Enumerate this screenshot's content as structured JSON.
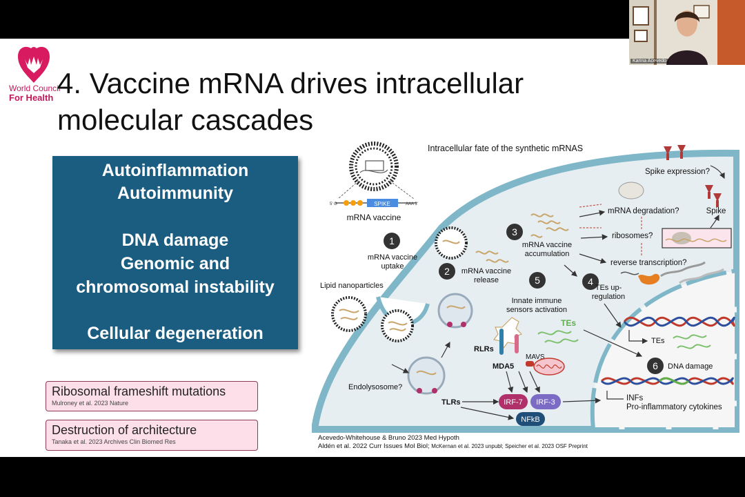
{
  "logo": {
    "line1": "World Council",
    "line2": "For Health"
  },
  "slide_title": {
    "line1": "4. Vaccine mRNA drives intracellular",
    "line2": "molecular cascades"
  },
  "summary_box": {
    "group1": [
      "Autoinflammation",
      "Autoimmunity"
    ],
    "group2": [
      "DNA damage",
      "Genomic and",
      "chromosomal instability"
    ],
    "group3": [
      "Cellular degeneration"
    ]
  },
  "findings": [
    {
      "main": "Ribosomal frameshift mutations",
      "ref": "Mulroney et al. 2023 Nature"
    },
    {
      "main": "Destruction of architecture",
      "ref": "Tanaka et al. 2023 Archives Clin Biomed Res"
    }
  ],
  "diagram": {
    "title": "Intracellular fate of the synthetic mRNAS",
    "spike_gene": "SPIKE",
    "five_prime": "5' G",
    "three_prime": "AAA 3'",
    "mrna_vaccine": "mRNA vaccine",
    "lipid_nanoparticles": "Lipid nanoparticles",
    "step1": {
      "num": "1",
      "line1": "mRNA vaccine",
      "line2": "uptake"
    },
    "step2": {
      "num": "2",
      "line1": "mRNA vaccine",
      "line2": "release"
    },
    "step3": {
      "num": "3",
      "line1": "mRNA vaccine",
      "line2": "accumulation"
    },
    "step4": {
      "num": "4",
      "line1": "TEs up-",
      "line2": "regulation"
    },
    "step5": {
      "num": "5",
      "line1": "Innate immune",
      "line2": "sensors activation"
    },
    "step6": {
      "num": "6",
      "line1": "DNA damage"
    },
    "spike_expression": "Spike expression?",
    "spike": "Spike",
    "mrna_degradation": "mRNA degradation?",
    "ribosomes": "ribosomes?",
    "reverse_transcription": "reverse transcription?",
    "endolysosome": "Endolysosome?",
    "tlrs": "TLRs",
    "rlrs": "RLRs",
    "mda5": "MDA5",
    "mavs": "MAVS",
    "tes_green": "TEs",
    "tes_dark": "TEs",
    "irf7": "IRF-7",
    "irf3": "IRF-3",
    "nfkb": "NFkB",
    "infs": "INFs",
    "cytokines": "Pro-inflammatory cytokines",
    "ref1": "Acevedo-Whitehouse & Bruno 2023 Med Hypoth",
    "ref2a": "Aldén et al. 2022 Curr Issues Mol Biol; ",
    "ref2b": "McKernan et al. 2023 unpubl; Speicher et al. 2023 OSF Preprint"
  },
  "webcam": {
    "name": "Karina Acevedo"
  }
}
